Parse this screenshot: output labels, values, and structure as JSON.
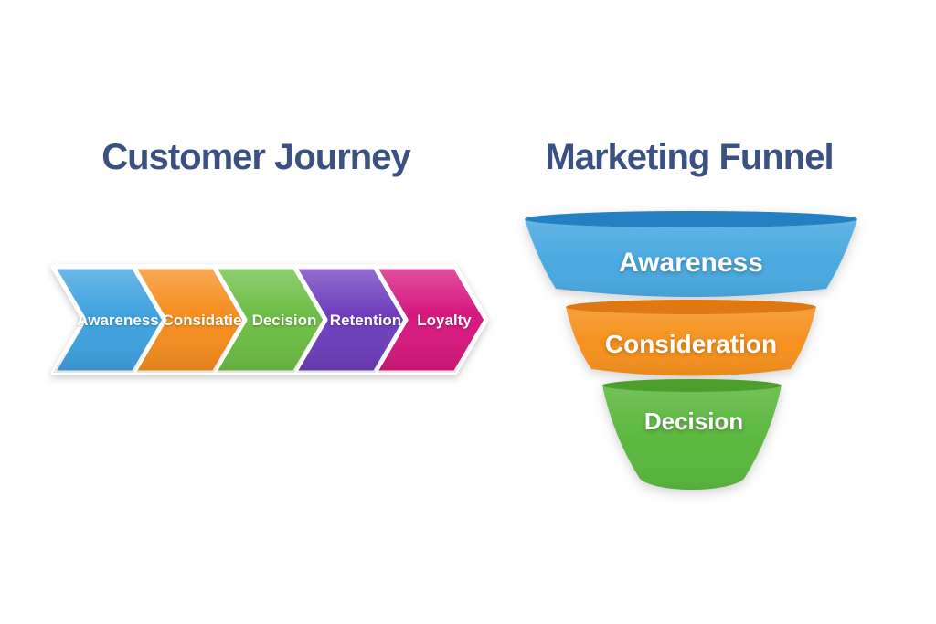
{
  "titles": {
    "left": "Customer Journey",
    "right": "Marketing Funnel",
    "color": "#3a5181"
  },
  "customer_journey": {
    "steps": [
      {
        "label": "Awareness",
        "color": "#3fa2de"
      },
      {
        "label": "Considatie",
        "color": "#f68d1e"
      },
      {
        "label": "Decision",
        "color": "#6cbe45"
      },
      {
        "label": "Retention",
        "color": "#6f3ebd"
      },
      {
        "label": "Loyalty",
        "color": "#d6187d"
      }
    ]
  },
  "marketing_funnel": {
    "stages": [
      {
        "label": "Awareness",
        "color": "#4aa9e0",
        "rim_color": "#2480c2"
      },
      {
        "label": "Consideration",
        "color": "#f5911e",
        "rim_color": "#e07812"
      },
      {
        "label": "Decision",
        "color": "#5bb73e",
        "rim_color": "#4b9f2a"
      }
    ]
  }
}
